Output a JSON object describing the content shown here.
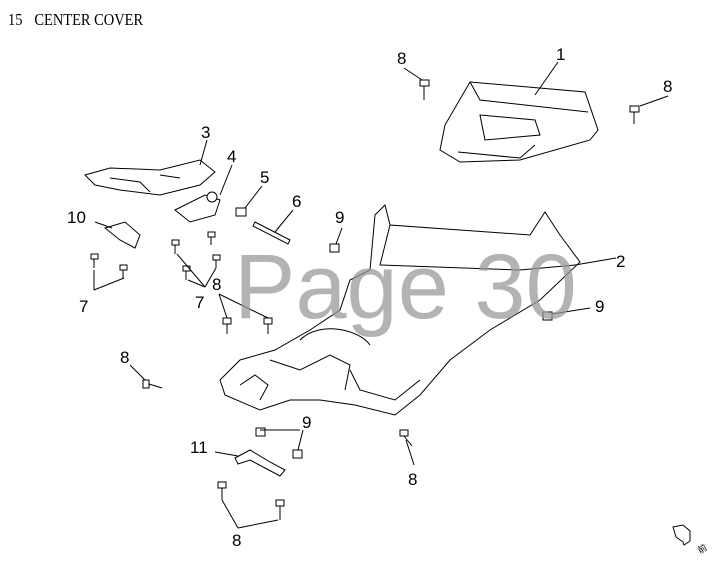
{
  "header": {
    "section_number": "15",
    "title": "CENTER COVER"
  },
  "watermark": "Page 30",
  "callouts": [
    {
      "id": "1",
      "label": "1"
    },
    {
      "id": "8a",
      "label": "8"
    },
    {
      "id": "8b",
      "label": "8"
    },
    {
      "id": "3",
      "label": "3"
    },
    {
      "id": "4",
      "label": "4"
    },
    {
      "id": "5",
      "label": "5"
    },
    {
      "id": "6",
      "label": "6"
    },
    {
      "id": "10",
      "label": "10"
    },
    {
      "id": "9a",
      "label": "9"
    },
    {
      "id": "2",
      "label": "2"
    },
    {
      "id": "7a",
      "label": "7"
    },
    {
      "id": "7b",
      "label": "7"
    },
    {
      "id": "8c",
      "label": "8"
    },
    {
      "id": "9b",
      "label": "9"
    },
    {
      "id": "8d",
      "label": "8"
    },
    {
      "id": "9c",
      "label": "9"
    },
    {
      "id": "11",
      "label": "11"
    },
    {
      "id": "8e",
      "label": "8"
    },
    {
      "id": "8f",
      "label": "8"
    }
  ],
  "front_indicator": "前"
}
